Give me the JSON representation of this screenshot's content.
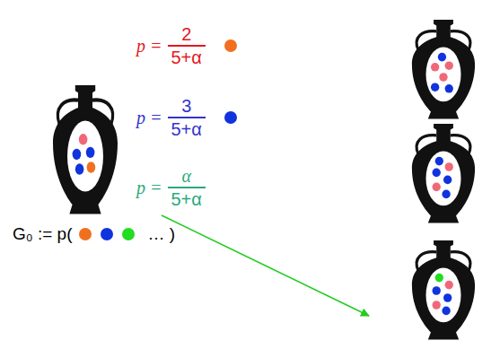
{
  "diagram": {
    "labels": [
      "p =",
      "2",
      "5+α",
      "p =",
      "3",
      "5+α",
      "p =",
      "α",
      "5+α",
      "G₀ := p(",
      "…  )"
    ]
  }
}
